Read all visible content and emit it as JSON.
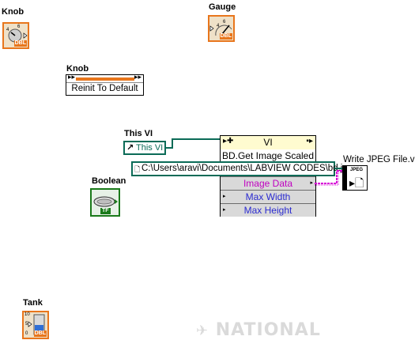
{
  "labels": {
    "knob_terminal": "Knob",
    "gauge_terminal": "Gauge",
    "knob_invoke": "Knob",
    "this_vi": "This VI",
    "boolean": "Boolean",
    "tank": "Tank",
    "write_jpeg": "Write JPEG File.vi"
  },
  "terminals": {
    "knob_badge": "DBL",
    "gauge_badge": "DBL",
    "tank_badge": "DBL",
    "boolean_badge": "TF",
    "jpeg_icon_text": "JPEG",
    "tank_scale": [
      "10",
      "5",
      "0"
    ],
    "knob_scale": [
      "4",
      "6"
    ],
    "gauge_scale": [
      "4",
      "6"
    ]
  },
  "invoke_node": {
    "method": "Reinit To Default"
  },
  "this_vi_constant": {
    "text": "This VI"
  },
  "property_node": {
    "class": "VI",
    "method": "BD.Get Image Scaled",
    "rows": [
      {
        "label": "Image Data",
        "color": "#c000c0"
      },
      {
        "label": "Max Width",
        "color": "#2b2bd0"
      },
      {
        "label": "Max Height",
        "color": "#2b2bd0"
      }
    ]
  },
  "path_constant": {
    "value": "C:\\Users\\aravi\\Documents\\LABVIEW CODES\\bd.jpg"
  },
  "watermark": {
    "text": "NATIONAL"
  },
  "colors": {
    "numeric_orange": "#e8761c",
    "boolean_green": "#1a7a1a",
    "refnum_green": "#0b6b57",
    "image_pink": "#d600d6"
  }
}
